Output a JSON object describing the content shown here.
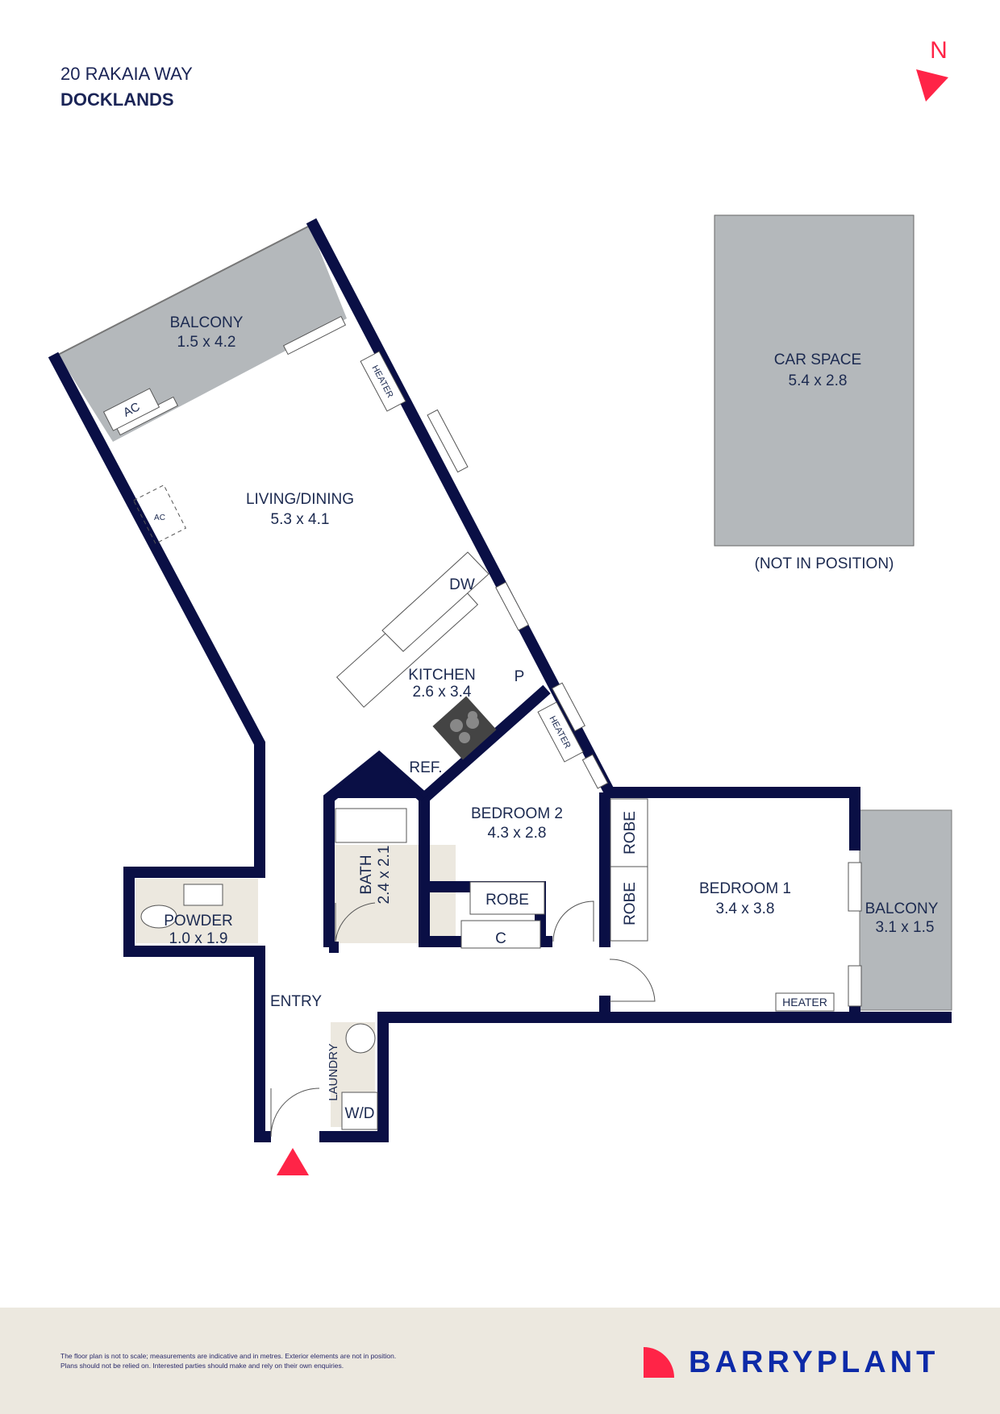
{
  "address": {
    "line1": "20 RAKAIA WAY",
    "line2": "DOCKLANDS"
  },
  "compass": {
    "label": "N"
  },
  "rooms": {
    "balcony_main": {
      "name": "BALCONY",
      "size": "1.5 x 4.2"
    },
    "living": {
      "name": "LIVING/DINING",
      "size": "5.3 x 4.1"
    },
    "kitchen": {
      "name": "KITCHEN",
      "size": "2.6 x 3.4"
    },
    "bedroom2": {
      "name": "BEDROOM 2",
      "size": "4.3 x 2.8"
    },
    "bedroom1": {
      "name": "BEDROOM 1",
      "size": "3.4 x 3.8"
    },
    "balcony_bed": {
      "name": "BALCONY",
      "size": "3.1 x 1.5"
    },
    "bath": {
      "name": "BATH",
      "size": "2.4 x 2.1"
    },
    "powder": {
      "name": "POWDER",
      "size": "1.0 x 1.9"
    },
    "car": {
      "name": "CAR SPACE",
      "size": "5.4 x 2.8",
      "note": "(NOT IN POSITION)"
    },
    "entry": {
      "name": "ENTRY"
    },
    "laundry": {
      "name": "LAUNDRY"
    }
  },
  "fixtures": {
    "ac": "AC",
    "heater": "HEATER",
    "dw": "DW",
    "p": "P",
    "ref": "REF.",
    "robe": "ROBE",
    "c": "C",
    "wd": "W/D"
  },
  "footer": {
    "disclaimer1": "The floor plan is not to scale; measurements are indicative and in metres. Exterior elements are not in position.",
    "disclaimer2": "Plans should not be relied on. Interested parties should make and rely on their own enquiries.",
    "brand": "BARRYPLANT"
  },
  "colors": {
    "wall": "#0a0f45",
    "balcony": "#b4b8bb",
    "wet": "#ece8df",
    "accent": "#ff2447",
    "brand": "#0d2aa8"
  }
}
